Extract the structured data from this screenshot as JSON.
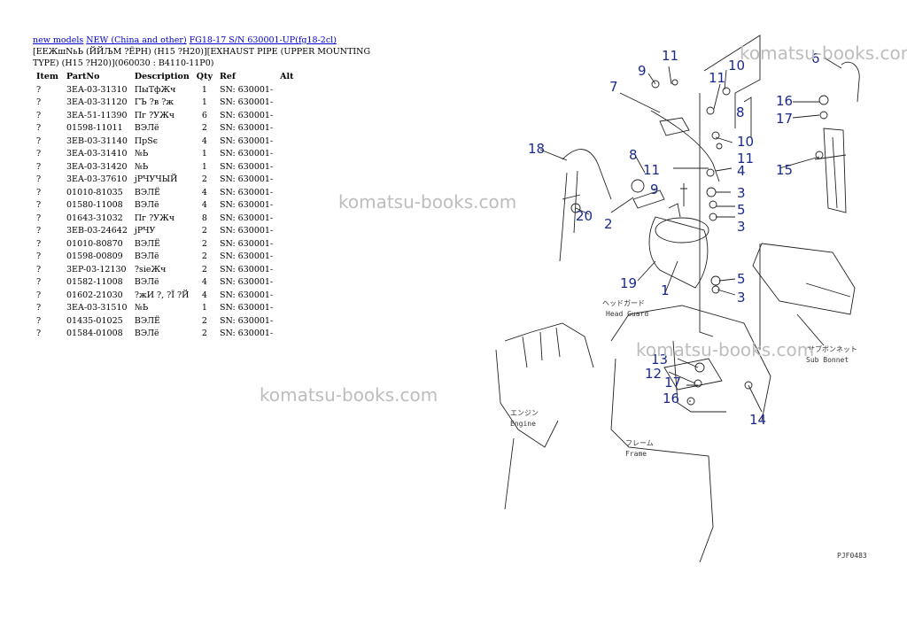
{
  "breadcrumbs": [
    {
      "label": "new models"
    },
    {
      "label": "NEW (China and other)"
    },
    {
      "label": "FG18-17 S/N 630001-UP(fg18-2cl)"
    }
  ],
  "title": "[ЕЕЖшNьЬ (ЙЙЉМ ?ЁРН) (H15 ?H20)][EXHAUST PIPE (UPPER MOUNTING TYPE) (H15 ?H20)](060030 : B4110-11P0)",
  "table": {
    "headers": [
      "Item",
      "PartNo",
      "Description",
      "Qty",
      "Ref",
      "Alt"
    ],
    "rows": [
      [
        "?",
        "3EA-03-31310",
        "ПыТфЖч",
        "1",
        "SN: 630001-",
        ""
      ],
      [
        "?",
        "3EA-03-31120",
        "ГЪ ?в ?ж",
        "1",
        "SN: 630001-",
        ""
      ],
      [
        "?",
        "3EA-51-11390",
        "Пг ?УЖч",
        "6",
        "SN: 630001-",
        ""
      ],
      [
        "?",
        "01598-11011",
        "ВЭЛё",
        "2",
        "SN: 630001-",
        ""
      ],
      [
        "?",
        "3EB-03-31140",
        "ПрЅє",
        "4",
        "SN: 630001-",
        ""
      ],
      [
        "?",
        "3EA-03-31410",
        "№Ь",
        "1",
        "SN: 630001-",
        ""
      ],
      [
        "?",
        "3EA-03-31420",
        "№Ь",
        "1",
        "SN: 630001-",
        ""
      ],
      [
        "?",
        "3EA-03-37610",
        "јРЧУЧЫЙ",
        "2",
        "SN: 630001-",
        ""
      ],
      [
        "?",
        "01010-81035",
        "ВЭЛЁ",
        "4",
        "SN: 630001-",
        ""
      ],
      [
        "?",
        "01580-11008",
        "ВЭЛё",
        "4",
        "SN: 630001-",
        ""
      ],
      [
        "?",
        "01643-31032",
        "Пг ?УЖч",
        "8",
        "SN: 630001-",
        ""
      ],
      [
        "?",
        "3EB-03-24642",
        "јРЧУ",
        "2",
        "SN: 630001-",
        ""
      ],
      [
        "?",
        "01010-80870",
        "ВЭЛЁ",
        "2",
        "SN: 630001-",
        ""
      ],
      [
        "?",
        "01598-00809",
        "ВЭЛё",
        "2",
        "SN: 630001-",
        ""
      ],
      [
        "?",
        "3EP-03-12130",
        "?ѕіеЖч",
        "2",
        "SN: 630001-",
        ""
      ],
      [
        "?",
        "01582-11008",
        "ВЭЛё",
        "4",
        "SN: 630001-",
        ""
      ],
      [
        "?",
        "01602-21030",
        "?жИ ?, ?Ї ?Й",
        "4",
        "SN: 630001-",
        ""
      ],
      [
        "?",
        "3EA-03-31510",
        "№Ь",
        "1",
        "SN: 630001-",
        ""
      ],
      [
        "?",
        "01435-01025",
        "ВЭЛЁ",
        "2",
        "SN: 630001-",
        ""
      ],
      [
        "?",
        "01584-01008",
        "ВЭЛё",
        "2",
        "SN: 630001-",
        ""
      ]
    ]
  },
  "diagram": {
    "callouts": [
      "11",
      "9",
      "10",
      "6",
      "7",
      "11",
      "16",
      "8",
      "17",
      "18",
      "8",
      "10",
      "11",
      "4",
      "15",
      "11",
      "9",
      "3",
      "2",
      "20",
      "5",
      "3",
      "19",
      "1",
      "5",
      "3",
      "13",
      "12",
      "17",
      "16",
      "14"
    ],
    "labels": {
      "head_guard_jp": "ヘッドガード",
      "head_guard": "Head Guard",
      "sub_bonnet_jp": "サブボンネット",
      "sub_bonnet": "Sub Bonnet",
      "engine_jp": "エンジン",
      "engine": "Engine",
      "frame_jp": "フレーム",
      "frame": "Frame",
      "figure_code": "PJF0483"
    }
  },
  "watermarks": [
    "komatsu-books.com",
    "komatsu-books.com",
    "komatsu-books.com",
    "komatsu-books.com"
  ],
  "colors": {
    "link": "#0000cc",
    "callout": "#1a2a8a",
    "watermark": "#bdbdbd"
  }
}
